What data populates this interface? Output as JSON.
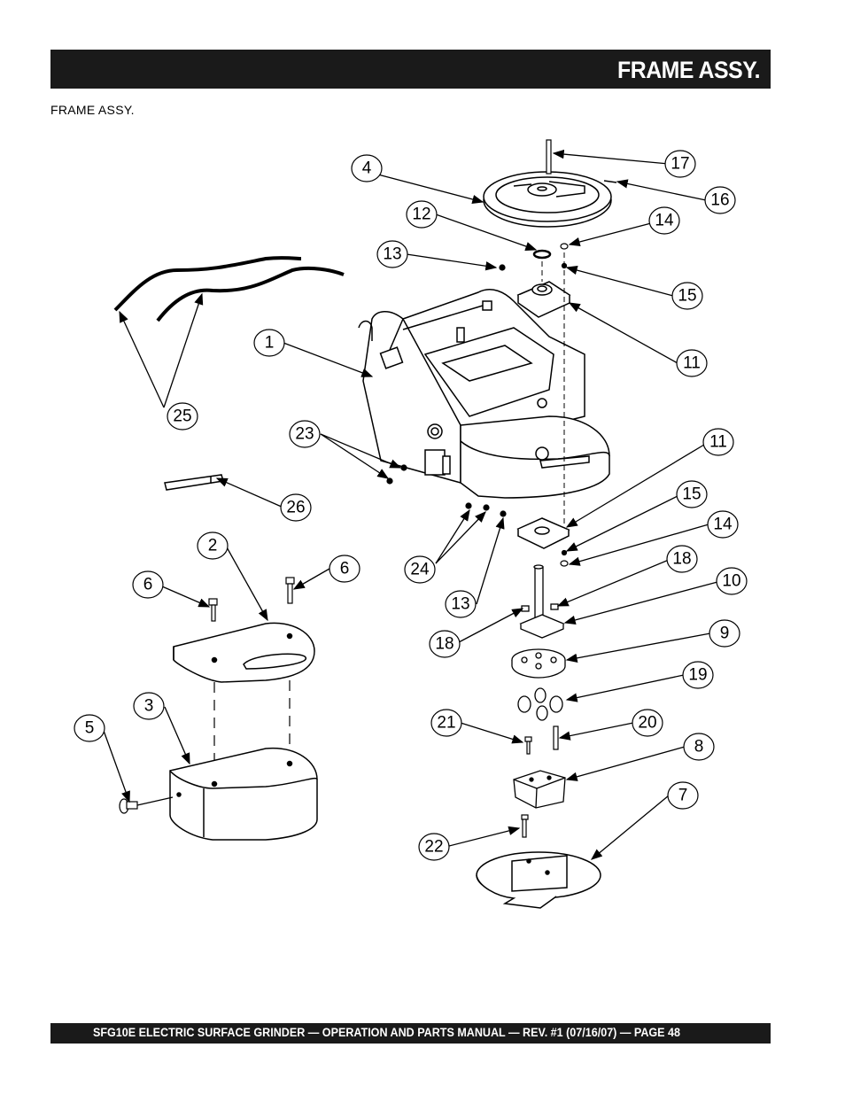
{
  "header": {
    "title": "FRAME ASSY."
  },
  "subtitle": "FRAME  ASSY.",
  "callouts": [
    "1",
    "2",
    "3",
    "4",
    "5",
    "6",
    "6",
    "7",
    "8",
    "9",
    "10",
    "11",
    "11",
    "12",
    "13",
    "13",
    "14",
    "14",
    "15",
    "15",
    "16",
    "17",
    "18",
    "18",
    "19",
    "20",
    "21",
    "22",
    "23",
    "24",
    "25",
    "26"
  ],
  "footer": {
    "text": "SFG10E ELECTRIC SURFACE GRINDER  — OPERATION AND PARTS MANUAL — REV. #1  (07/16/07) — PAGE 48"
  }
}
